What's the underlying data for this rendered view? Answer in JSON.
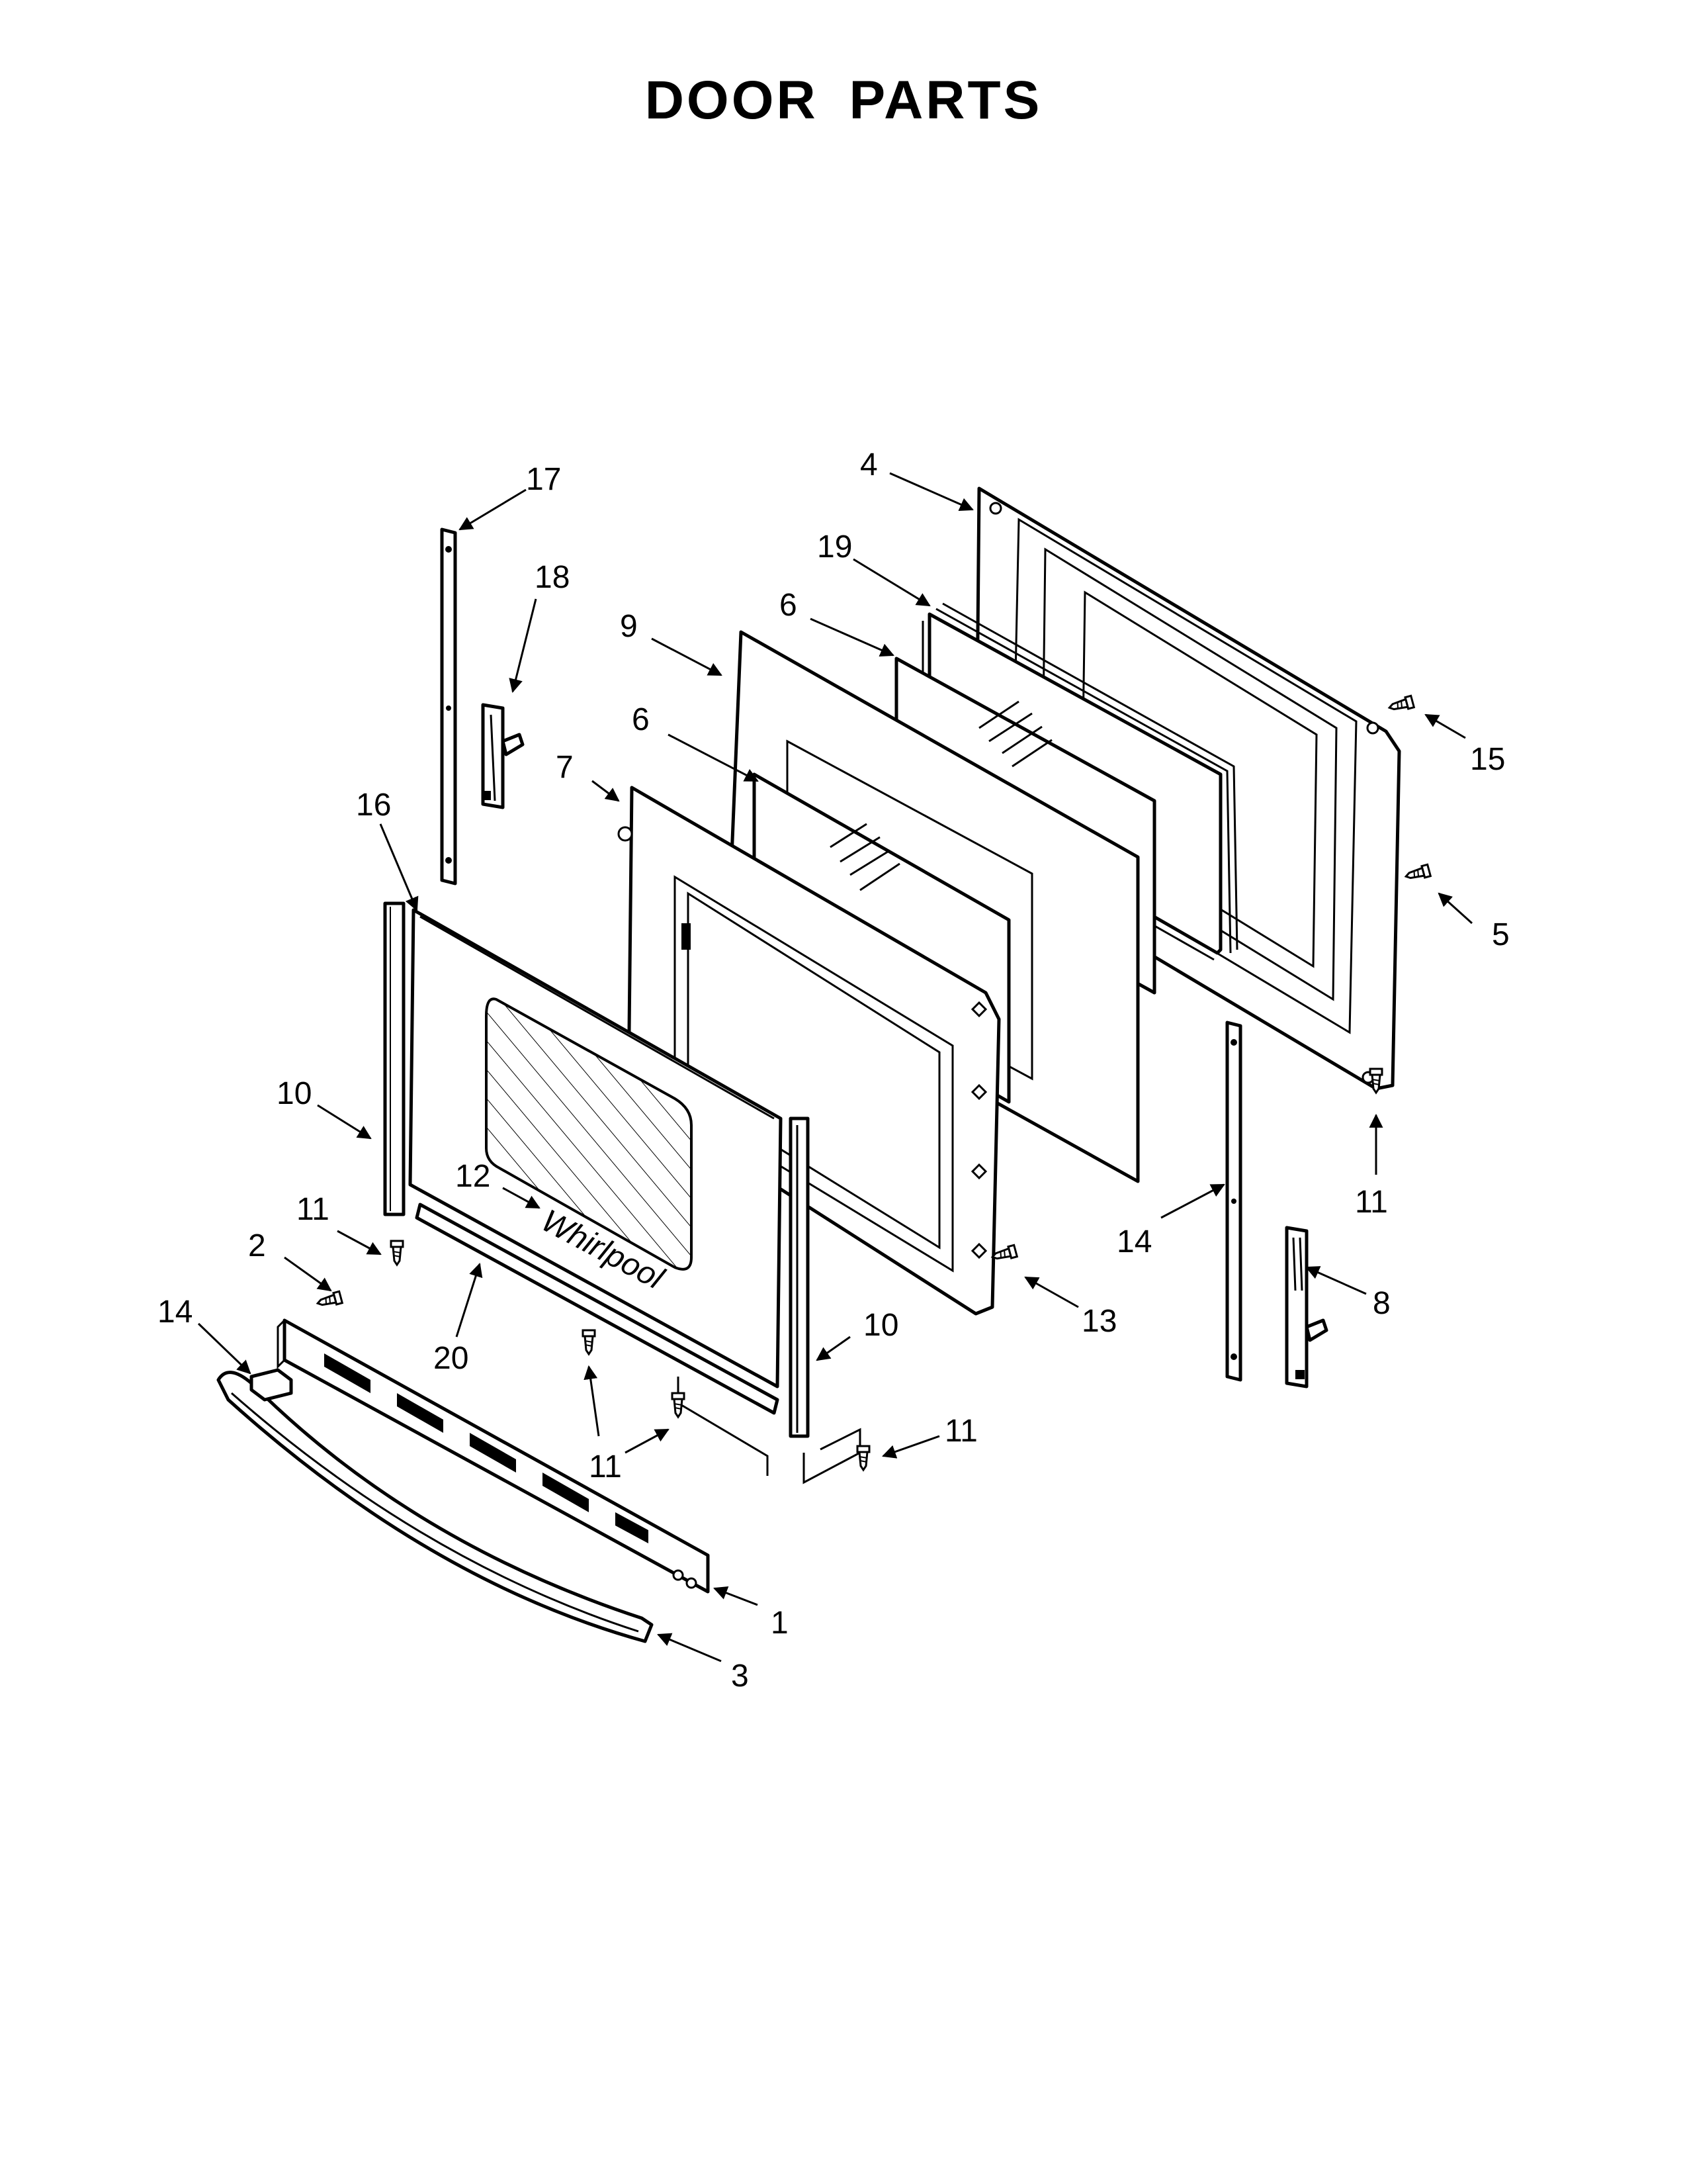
{
  "page": {
    "title": "DOOR PARTS",
    "brand_mark": "Whirlpool"
  },
  "callouts": [
    {
      "id": "c1",
      "text": "1"
    },
    {
      "id": "c2",
      "text": "2"
    },
    {
      "id": "c3",
      "text": "3"
    },
    {
      "id": "c4",
      "text": "4"
    },
    {
      "id": "c5",
      "text": "5"
    },
    {
      "id": "c6a",
      "text": "6"
    },
    {
      "id": "c6b",
      "text": "6"
    },
    {
      "id": "c7",
      "text": "7"
    },
    {
      "id": "c8",
      "text": "8"
    },
    {
      "id": "c9",
      "text": "9"
    },
    {
      "id": "c10a",
      "text": "10"
    },
    {
      "id": "c10b",
      "text": "10"
    },
    {
      "id": "c11a",
      "text": "11"
    },
    {
      "id": "c11b",
      "text": "11"
    },
    {
      "id": "c11c",
      "text": "11"
    },
    {
      "id": "c11d",
      "text": "11"
    },
    {
      "id": "c12",
      "text": "12"
    },
    {
      "id": "c13",
      "text": "13"
    },
    {
      "id": "c14a",
      "text": "14"
    },
    {
      "id": "c14b",
      "text": "14"
    },
    {
      "id": "c15",
      "text": "15"
    },
    {
      "id": "c16",
      "text": "16"
    },
    {
      "id": "c17",
      "text": "17"
    },
    {
      "id": "c18",
      "text": "18"
    },
    {
      "id": "c19",
      "text": "19"
    },
    {
      "id": "c20",
      "text": "20"
    }
  ]
}
